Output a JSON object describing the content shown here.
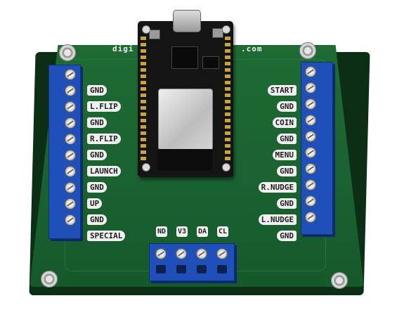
{
  "board": {
    "site_text_left": "digi",
    "site_text_right": ".com"
  },
  "left_labels": [
    "GND",
    "L.FLIP",
    "GND",
    "R.FLIP",
    "GND",
    "LAUNCH",
    "GND",
    "UP",
    "GND",
    "SPECIAL"
  ],
  "right_labels": [
    "START",
    "GND",
    "COIN",
    "GND",
    "MENU",
    "GND",
    "R.NUDGE",
    "GND",
    "L.NUDGE",
    "GND"
  ],
  "bottom_labels": [
    "ND",
    "V3",
    "DA",
    "CL"
  ],
  "colors": {
    "pcb": "#1f6b34",
    "terminal_block": "#1f4fb8",
    "silkscreen": "#f1f1f1",
    "module": "#141414"
  }
}
